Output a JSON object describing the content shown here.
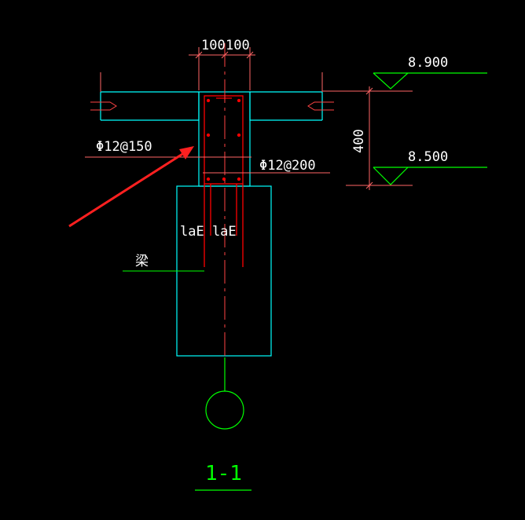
{
  "drawing": {
    "dims_top": [
      "100",
      "100"
    ],
    "elevation_top": "8.900",
    "elevation_bottom": "8.500",
    "dim_height": "400",
    "rebar_left": "Φ12@150",
    "rebar_right": "Φ12@200",
    "anchorage_label": "laE laE",
    "beam_label": "梁",
    "section_label": "1-1"
  },
  "colors": {
    "background": "#000000",
    "outline": "#00ffff",
    "dimension": "#ff3333",
    "rebar": "#ff0000",
    "annotation": "#00ff00",
    "arrow": "#ff2020"
  }
}
